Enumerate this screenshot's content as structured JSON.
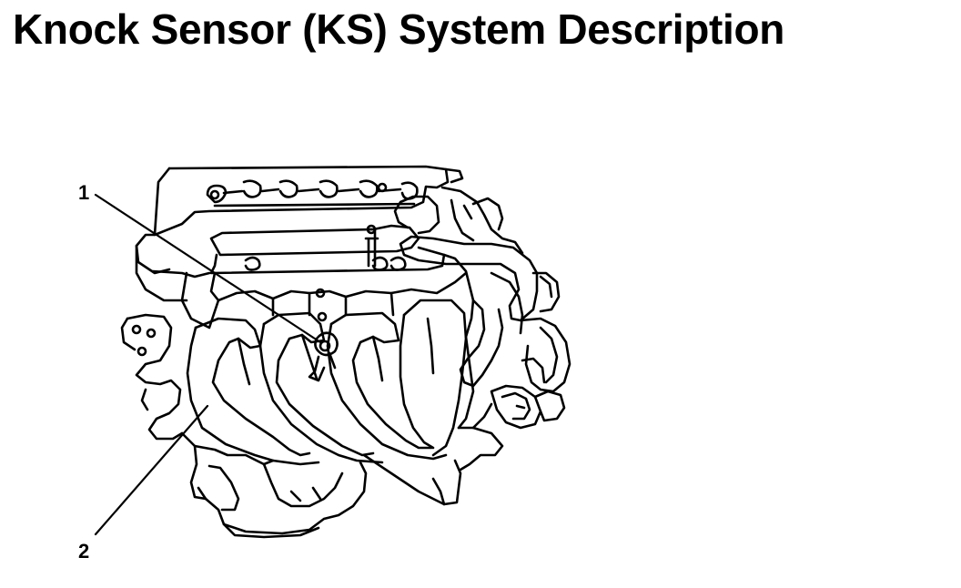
{
  "page": {
    "title": "Knock Sensor (KS) System Description"
  },
  "figure": {
    "callouts": [
      {
        "label": "1"
      },
      {
        "label": "2"
      }
    ],
    "colors": {
      "line": "#000000",
      "background": "#ffffff"
    }
  }
}
